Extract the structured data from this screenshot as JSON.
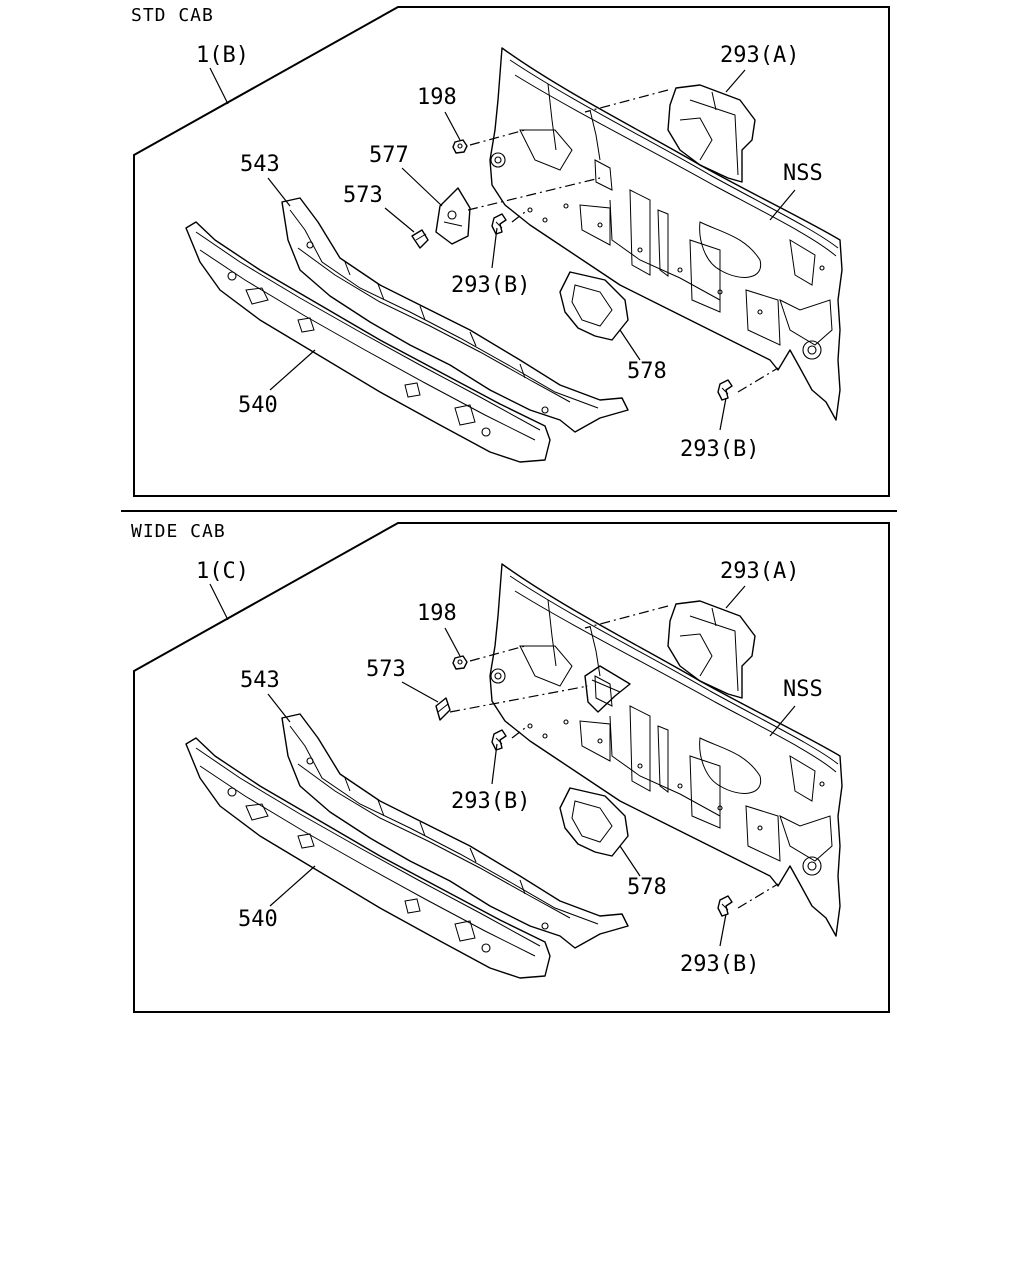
{
  "sections": [
    {
      "title": "STD CAB",
      "labels": {
        "assembly": "1(B)",
        "part_293a": "293(A)",
        "part_198": "198",
        "part_577": "577",
        "part_543": "543",
        "part_573": "573",
        "part_nss": "NSS",
        "part_293b_upper": "293(B)",
        "part_578": "578",
        "part_540": "540",
        "part_293b_lower": "293(B)"
      }
    },
    {
      "title": "WIDE CAB",
      "labels": {
        "assembly": "1(C)",
        "part_293a": "293(A)",
        "part_198": "198",
        "part_573": "573",
        "part_543": "543",
        "part_nss": "NSS",
        "part_293b_upper": "293(B)",
        "part_578": "578",
        "part_540": "540",
        "part_293b_lower": "293(B)"
      }
    }
  ]
}
